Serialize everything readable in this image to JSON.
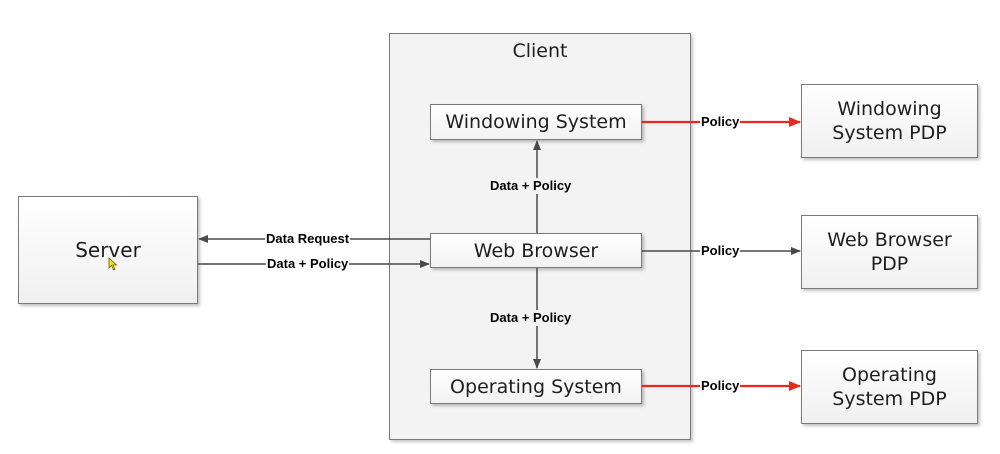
{
  "client": {
    "title": "Client"
  },
  "server": {
    "label": "Server"
  },
  "client_components": {
    "windowing": "Windowing System",
    "browser": "Web Browser",
    "os": "Operating System"
  },
  "pdps": {
    "windowing": "Windowing\nSystem PDP",
    "browser": "Web Browser\nPDP",
    "os": "Operating\nSystem PDP"
  },
  "edge_labels": {
    "data_request": "Data Request",
    "data_policy_in": "Data + Policy",
    "browser_to_windowing": "Data + Policy",
    "browser_to_os": "Data + Policy",
    "policy_windowing": "Policy",
    "policy_browser": "Policy",
    "policy_os": "Policy"
  },
  "colors": {
    "policy_highlight": "#e8291c",
    "connector": "#4a4a4a"
  }
}
